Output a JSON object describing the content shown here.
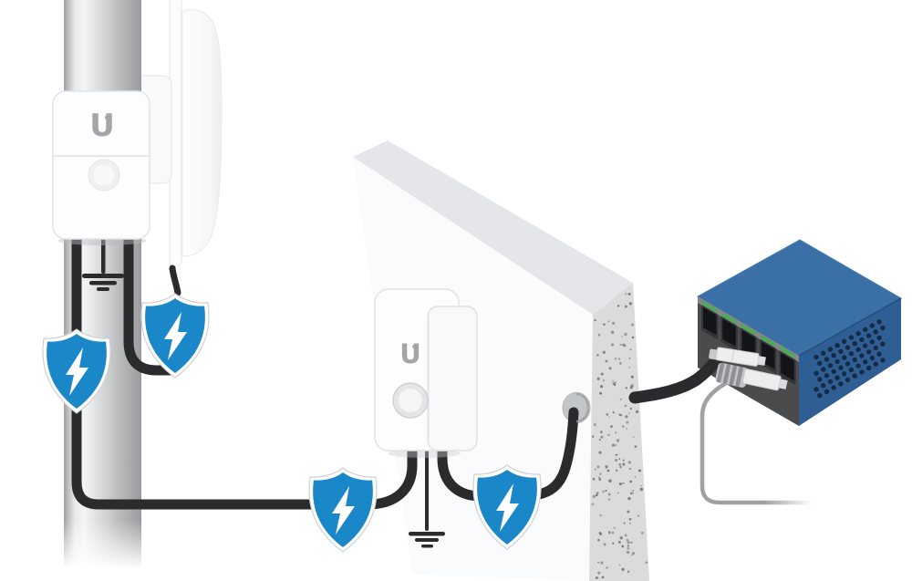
{
  "scene": {
    "pole_device": {
      "logo": "U"
    },
    "wall_device": {
      "logo": "U"
    },
    "shields": {
      "icon": "shield-lightning-icon",
      "count": 4,
      "color": "#1a87c9"
    },
    "switch": {
      "ports_total": 5,
      "plugs_connected": 2
    },
    "grounds_count": 2,
    "colors": {
      "cable_black": "#2b2b2d",
      "cable_gray": "#9fa1a4",
      "shield_blue": "#1a87c9",
      "port_green": "#3fb24b",
      "switch_top": "#3b70a7",
      "switch_side": "#2e5e93",
      "switch_front": "#4a4b4d",
      "pole_gray": "#c9cbcd",
      "wall_edge_gray": "#d9dbdd"
    }
  }
}
